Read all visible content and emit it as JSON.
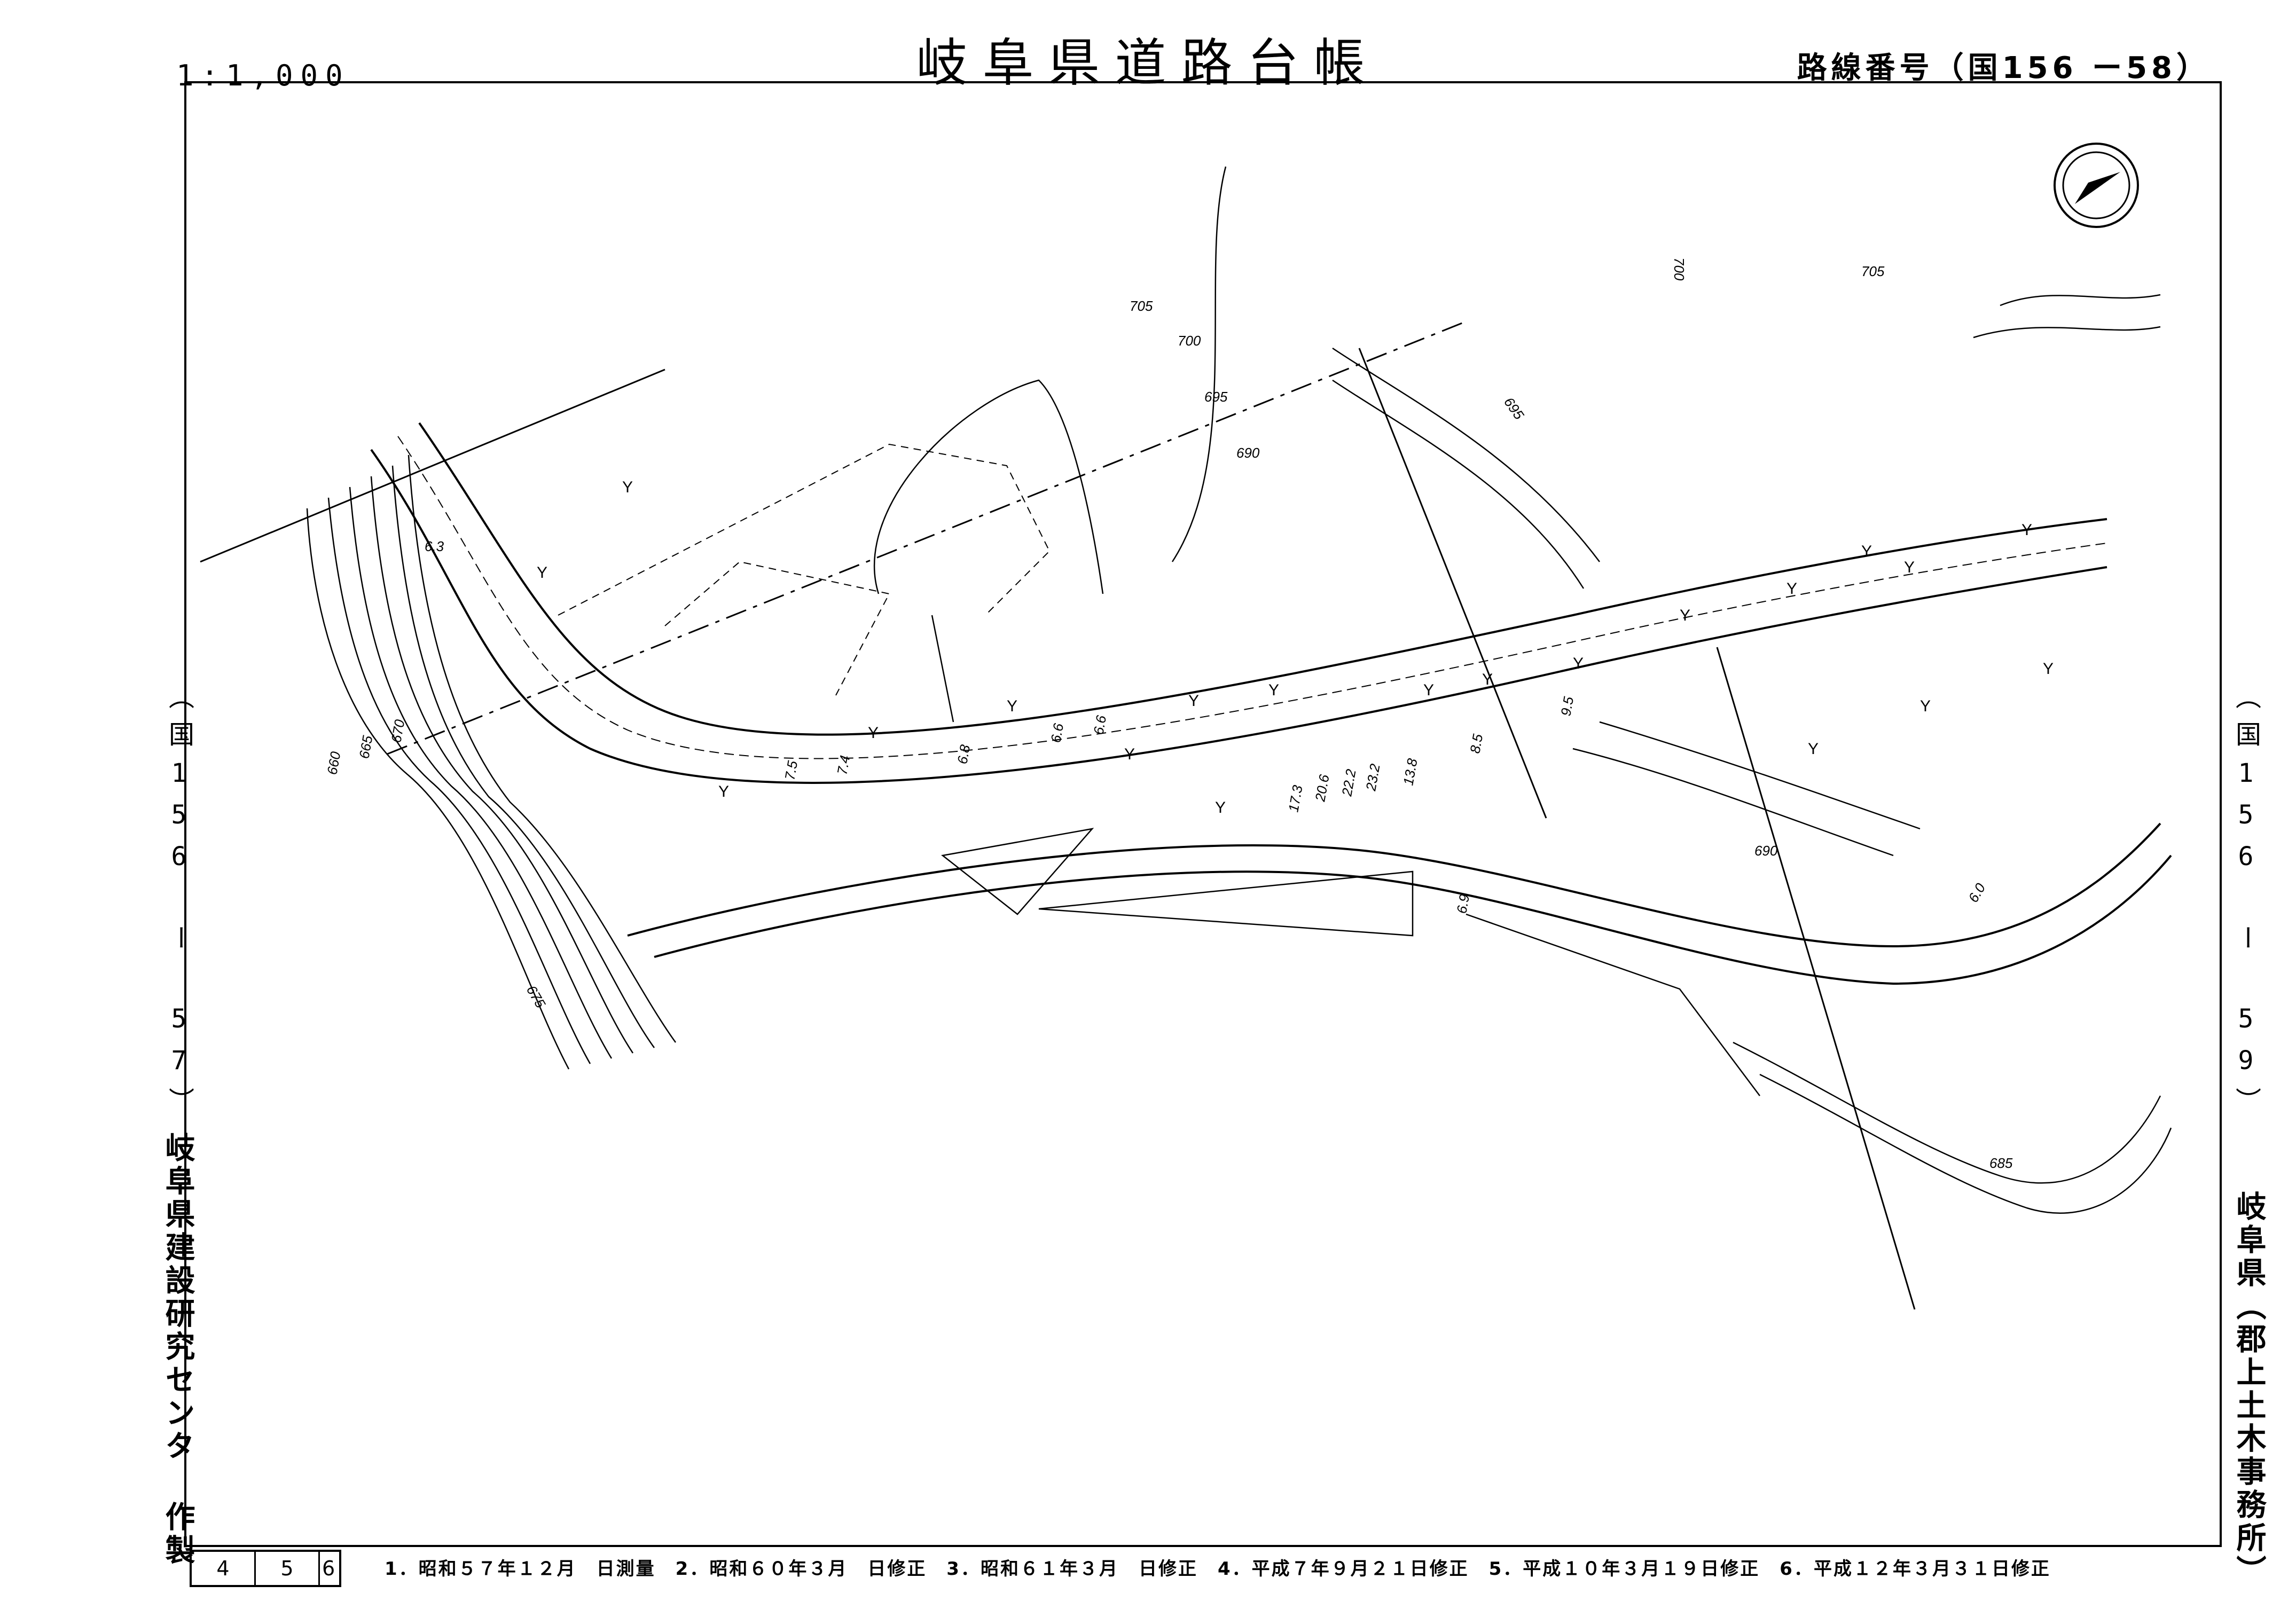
{
  "header": {
    "title": "岐阜県道路台帳",
    "scale": "1:1,000",
    "route": "路線番号（国156 ー58）"
  },
  "adjacent": {
    "previous": "（国156 ー 57）",
    "next": "（国156 ー 59）"
  },
  "side": {
    "maker": "岐阜県建設研究センタ 作製",
    "office": "岐阜県（郡上土木事務所）"
  },
  "footer": {
    "sequence": [
      "4",
      "5",
      "6"
    ],
    "history": "1．昭和５７年１２月　日測量　2．昭和６０年３月　日修正　3．昭和６１年３月　日修正　4．平成７年９月２１日修正　5．平成１０年３月１９日修正　6．平成１２年３月３１日修正"
  },
  "map": {
    "contours": [
      "660",
      "665",
      "670",
      "675",
      "685",
      "690",
      "695",
      "700",
      "705"
    ],
    "road_widths": [
      "6.3",
      "7.5",
      "7.4",
      "6.8",
      "6.6",
      "6.6",
      "17.3",
      "20.6",
      "22.2",
      "23.2",
      "13.8",
      "8.5",
      "9.5",
      "6.9",
      "6.0"
    ],
    "land_symbol": "Y"
  }
}
